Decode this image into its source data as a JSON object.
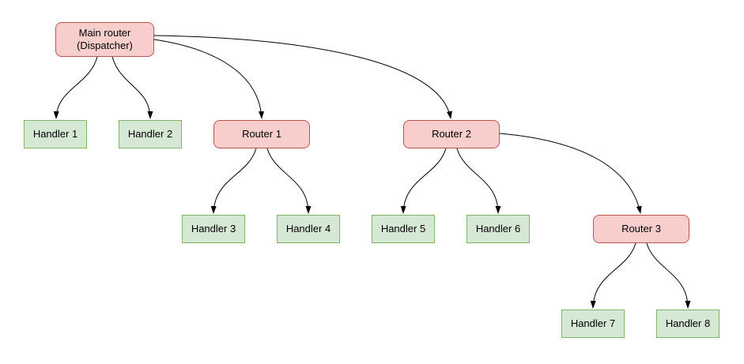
{
  "diagram": {
    "nodes": {
      "main_router": {
        "label": "Main router\n(Dispatcher)",
        "type": "router"
      },
      "handler1": {
        "label": "Handler 1",
        "type": "handler"
      },
      "handler2": {
        "label": "Handler 2",
        "type": "handler"
      },
      "router1": {
        "label": "Router 1",
        "type": "router"
      },
      "router2": {
        "label": "Router 2",
        "type": "router"
      },
      "handler3": {
        "label": "Handler 3",
        "type": "handler"
      },
      "handler4": {
        "label": "Handler 4",
        "type": "handler"
      },
      "handler5": {
        "label": "Handler 5",
        "type": "handler"
      },
      "handler6": {
        "label": "Handler 6",
        "type": "handler"
      },
      "router3": {
        "label": "Router 3",
        "type": "router"
      },
      "handler7": {
        "label": "Handler 7",
        "type": "handler"
      },
      "handler8": {
        "label": "Handler 8",
        "type": "handler"
      }
    },
    "edges": [
      {
        "from": "main_router",
        "to": "handler1"
      },
      {
        "from": "main_router",
        "to": "handler2"
      },
      {
        "from": "main_router",
        "to": "router1"
      },
      {
        "from": "main_router",
        "to": "router2"
      },
      {
        "from": "router1",
        "to": "handler3"
      },
      {
        "from": "router1",
        "to": "handler4"
      },
      {
        "from": "router2",
        "to": "handler5"
      },
      {
        "from": "router2",
        "to": "handler6"
      },
      {
        "from": "router2",
        "to": "router3"
      },
      {
        "from": "router3",
        "to": "handler7"
      },
      {
        "from": "router3",
        "to": "handler8"
      }
    ],
    "colors": {
      "router_fill": "#f8cecc",
      "router_border": "#b85450",
      "handler_fill": "#d5e8d4",
      "handler_border": "#82b366",
      "edge": "#000000",
      "text": "#000000",
      "background": "#ffffff"
    }
  }
}
